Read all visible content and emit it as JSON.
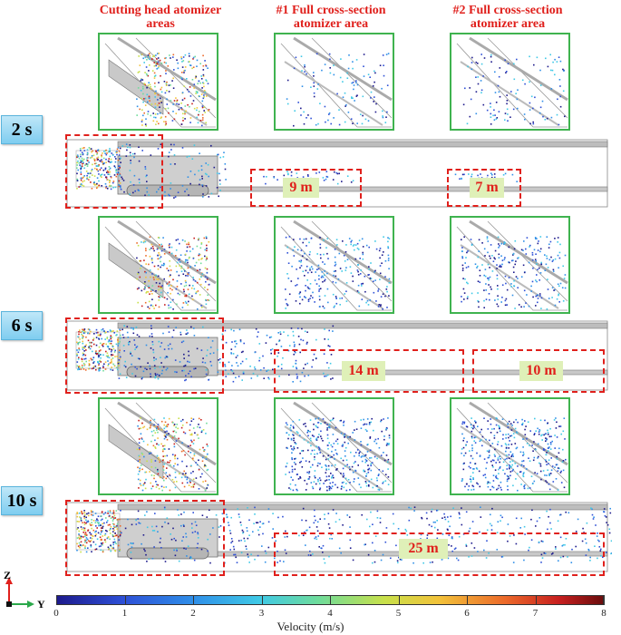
{
  "columns": [
    "Cutting head atomizer\nareas",
    "#1 Full cross-section\natomizer area",
    "#2 Full cross-section\natomizer area"
  ],
  "rows": [
    {
      "time": "2 s",
      "labels": [
        "9 m",
        "7 m"
      ]
    },
    {
      "time": "6 s",
      "labels": [
        "14 m",
        "10 m"
      ]
    },
    {
      "time": "10 s",
      "labels": [
        "25 m"
      ]
    }
  ],
  "axes": {
    "z": "Z",
    "y": "Y"
  },
  "colorbar": {
    "title": "Velocity (m/s)",
    "ticks": [
      "0",
      "1",
      "2",
      "3",
      "4",
      "5",
      "6",
      "7",
      "8"
    ],
    "range": [
      0,
      8
    ]
  }
}
